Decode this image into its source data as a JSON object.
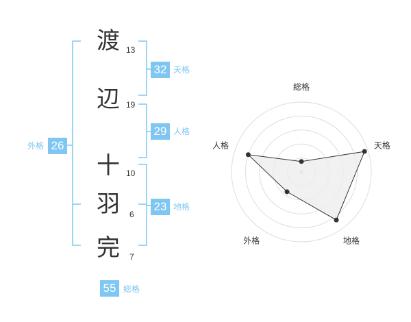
{
  "name_chars": [
    {
      "char": "渡",
      "strokes": "13"
    },
    {
      "char": "辺",
      "strokes": "19"
    },
    {
      "char": "十",
      "strokes": "10"
    },
    {
      "char": "羽",
      "strokes": "6"
    },
    {
      "char": "完",
      "strokes": "7"
    }
  ],
  "fortune": {
    "tenkaku": {
      "value": "32",
      "label": "天格"
    },
    "jinkaku": {
      "value": "29",
      "label": "人格"
    },
    "chikaku": {
      "value": "23",
      "label": "地格"
    },
    "gaikaku": {
      "value": "26",
      "label": "外格"
    },
    "soukaku": {
      "value": "55",
      "label": "総格"
    }
  },
  "radar": {
    "axes": [
      "総格",
      "天格",
      "地格",
      "外格",
      "人格"
    ],
    "levels": [
      0.15,
      0.95,
      0.85,
      0.35,
      0.8
    ],
    "colors": {
      "line": "#333333",
      "fill": "#eeeeee",
      "grid": "#dddddd",
      "center": "#cccccc"
    }
  },
  "colors": {
    "accent": "#7fc6f2",
    "text": "#333333"
  }
}
